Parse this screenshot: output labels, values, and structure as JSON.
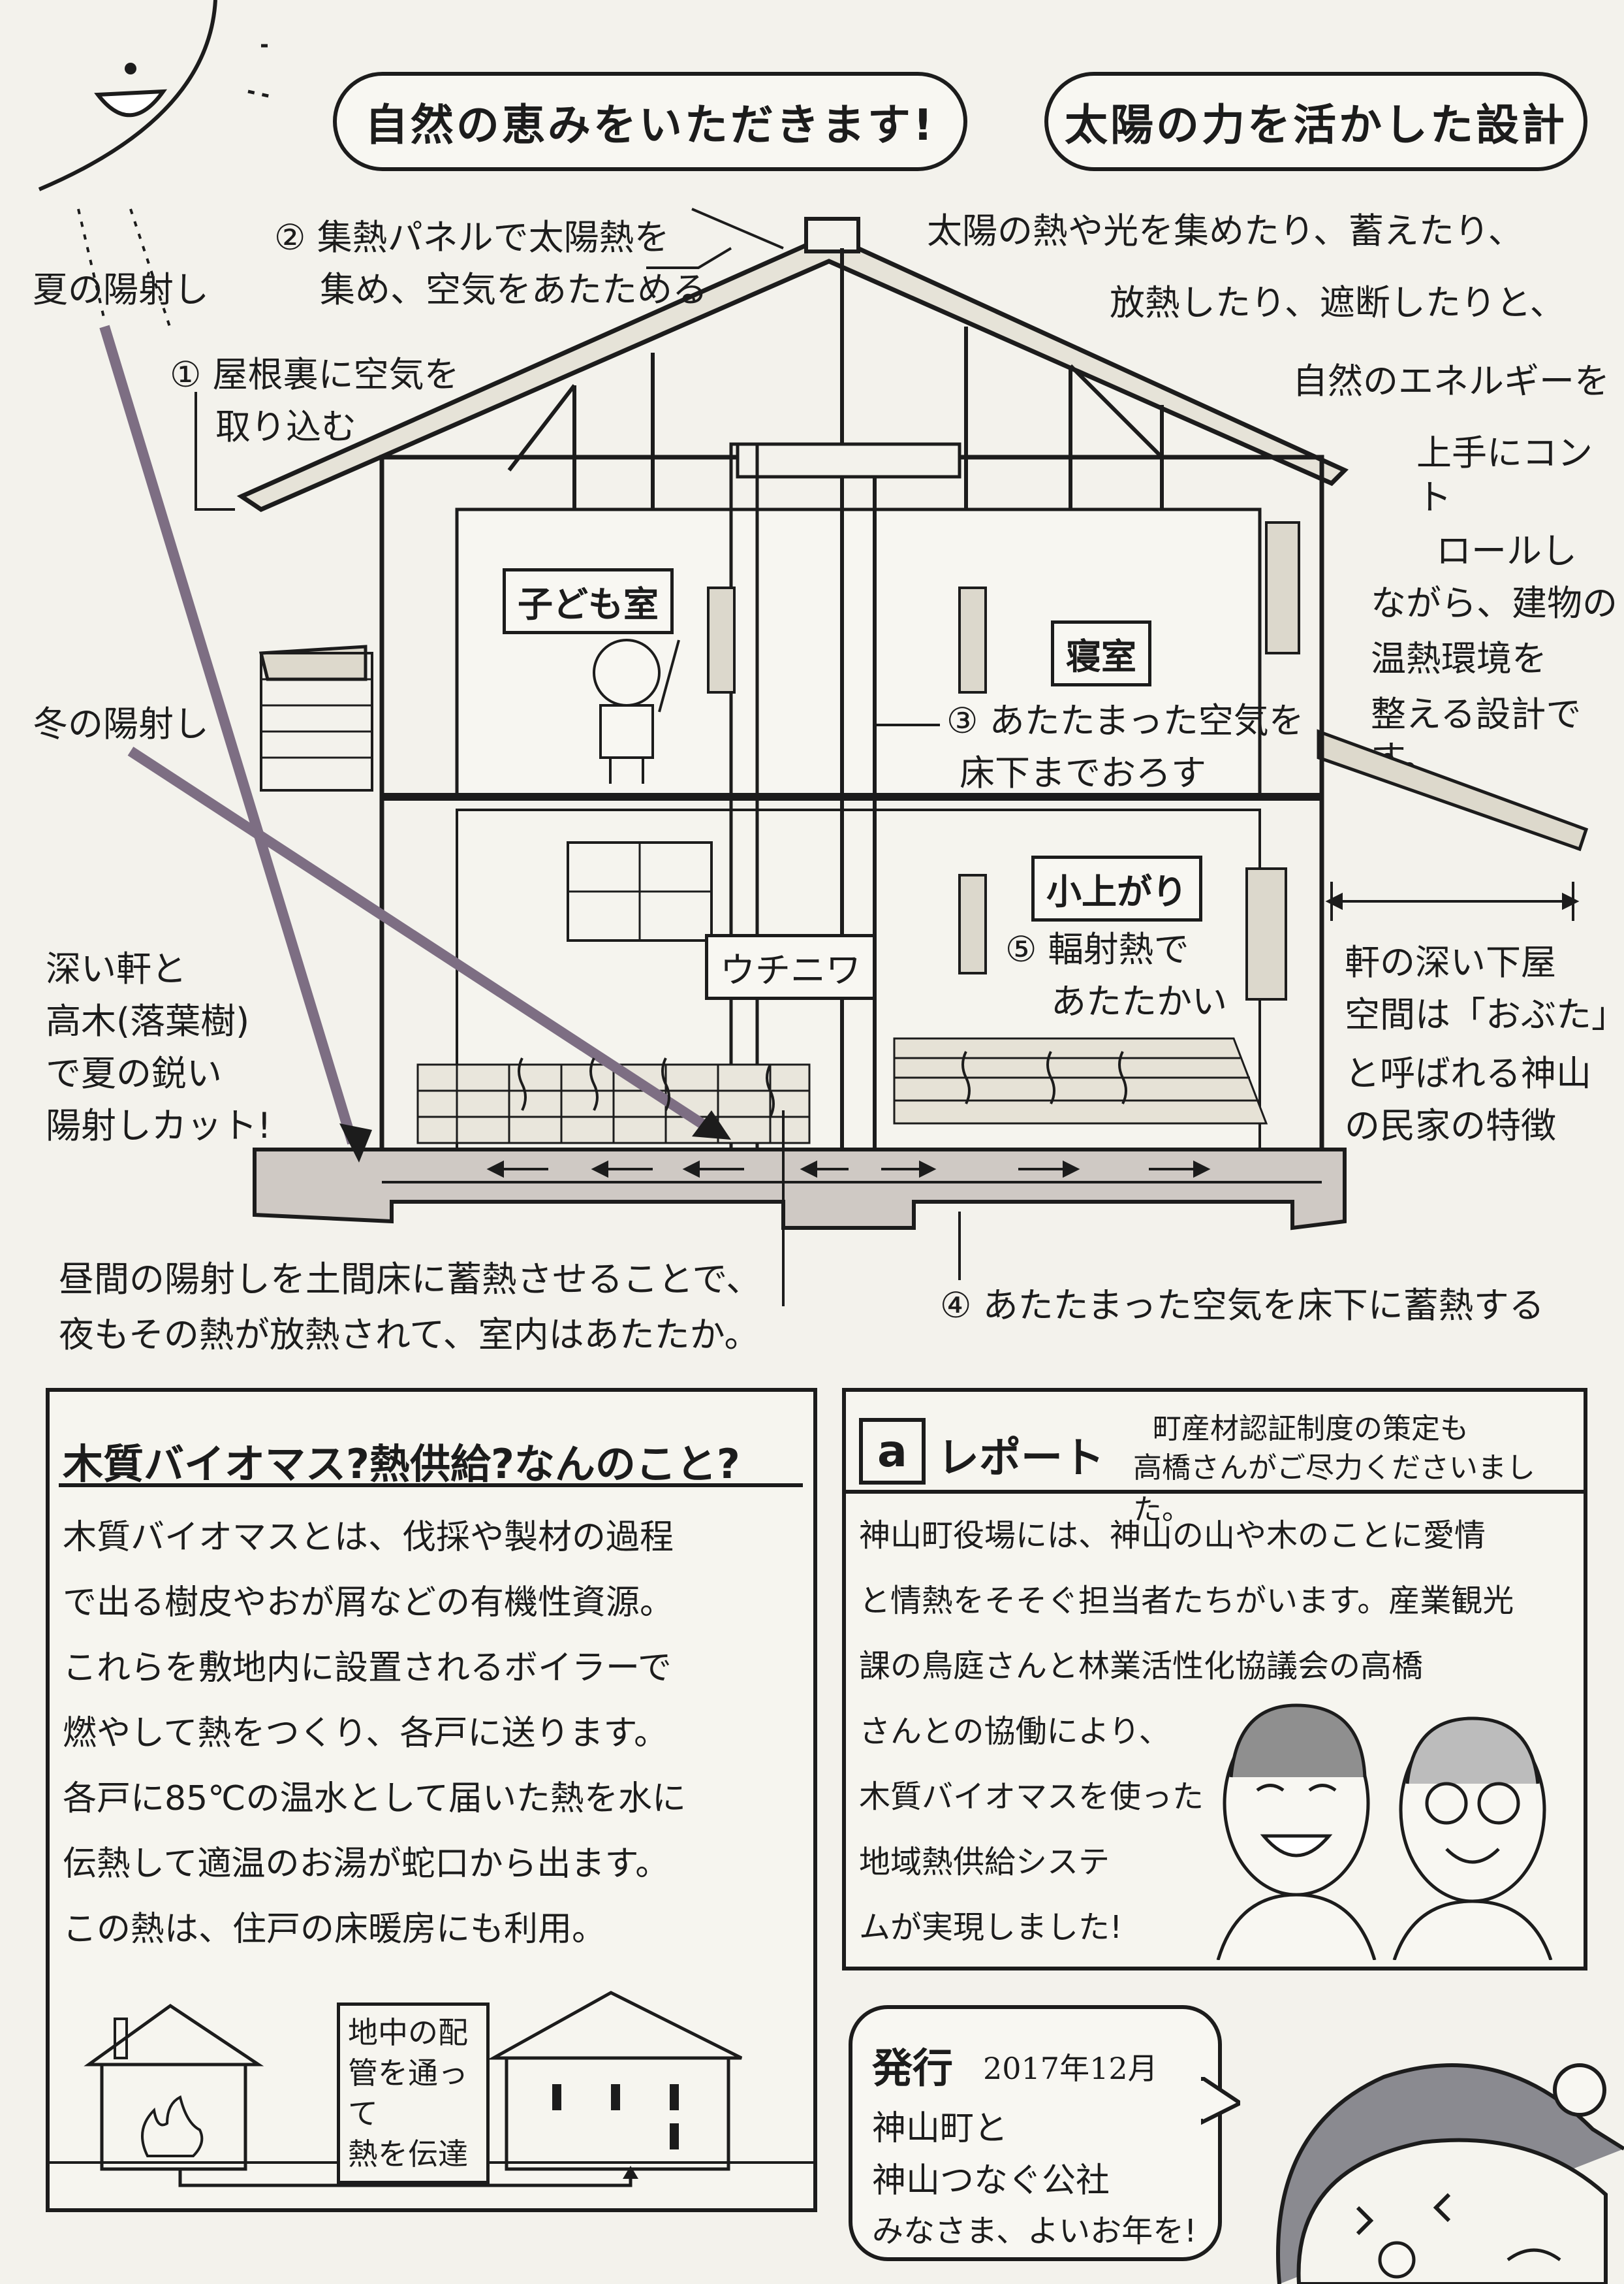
{
  "header": {
    "left_title": "自然の恵みをいただきます!",
    "right_title": "太陽の力を活かした設計"
  },
  "intro": {
    "lines": [
      "太陽の熱や光を集めたり、蓄えたり、",
      "放熱したり、遮断したりと、",
      "自然のエネルギーを",
      "上手にコント",
      "ロールし",
      "ながら、建物の",
      "温熱環境を",
      "整える設計です。"
    ]
  },
  "diagram": {
    "steps": {
      "s2": [
        "② 集熱パネルで太陽熱を",
        "集め、空気をあたためる"
      ],
      "s1": [
        "① 屋根裏に空気を",
        "取り込む"
      ],
      "s3": [
        "③ あたたまった空気を",
        "床下までおろす"
      ],
      "s5": [
        "⑤ 輻射熱で",
        "あたたかい"
      ],
      "s4": "④ あたたまった空気を床下に蓄熱する"
    },
    "rooms": {
      "kids": "子ども室",
      "bedroom": "寝室",
      "koagari": "小上がり",
      "uchiniwa": "ウチニワ"
    },
    "sun": {
      "summer": "夏の陽射し",
      "winter": "冬の陽射し"
    },
    "notes": {
      "eaves_left": [
        "深い軒と",
        "高木(落葉樹)",
        "で夏の鋭い",
        "陽射しカット!"
      ],
      "eaves_right": [
        "軒の深い下屋",
        "空間は「おぶた」",
        "と呼ばれる神山",
        "の民家の特徴"
      ],
      "daytime": [
        "昼間の陽射しを土間床に蓄熱させることで、",
        "夜もその熱が放熱されて、室内はあたたか。"
      ]
    }
  },
  "biomass": {
    "title": "木質バイオマス?熱供給?なんのこと?",
    "lines": [
      "木質バイオマスとは、伐採や製材の過程",
      "で出る樹皮やおが屑などの有機性資源。",
      "これらを敷地内に設置されるボイラーで",
      "燃やして熱をつくり、各戸に送ります。",
      "各戸に85℃の温水として届いた熱を水に",
      "伝熱して適温のお湯が蛇口から出ます。",
      "この熱は、住戸の床暖房にも利用。"
    ],
    "pipe_note": [
      "地中の配",
      "管を通って",
      "熱を伝達"
    ]
  },
  "report": {
    "logo": "a",
    "title": "レポート",
    "subtitle": [
      "町産材認証制度の策定も",
      "高橋さんがご尽力くださいました。"
    ],
    "lines": [
      "神山町役場には、神山の山や木のことに愛情",
      "と情熱をそそぐ担当者たちがいます。産業観光",
      "課の鳥庭さんと林業活性化協議会の高橋",
      "さんとの協働により、",
      "木質バイオマスを使った",
      "地域熱供給システ",
      "ムが実現しました!"
    ]
  },
  "publisher": {
    "label": "発行",
    "date": "2017年12月",
    "lines": [
      "神山町と",
      "神山つなぐ公社",
      "みなさま、よいお年を!"
    ]
  }
}
